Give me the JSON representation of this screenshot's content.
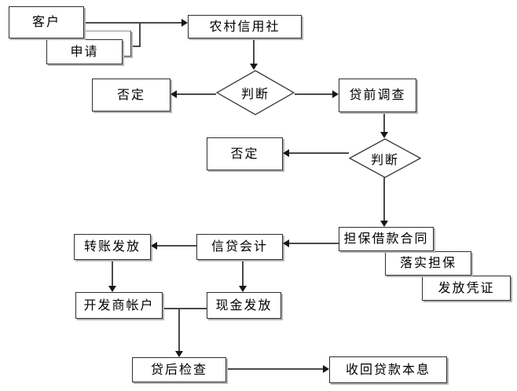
{
  "flowchart": {
    "description_domain": "loan approval flowchart",
    "colors": {
      "background": "#ffffff",
      "box_fill": "#ffffff",
      "box_border": "#2e2e2e",
      "box_shadow": "#b4b4b4",
      "line": "#4a4a4a",
      "arrowhead": "#161616",
      "text": "#000000"
    },
    "nodes": {
      "customer": {
        "label": "客户",
        "shape": "rect"
      },
      "application": {
        "label": "申请",
        "shape": "rect"
      },
      "application_stack_blank": {
        "label": "",
        "shape": "rect"
      },
      "credit_union": {
        "label": "农村信用社",
        "shape": "rect"
      },
      "decision1": {
        "label": "判断",
        "shape": "diamond"
      },
      "reject1": {
        "label": "否定",
        "shape": "rect"
      },
      "preloan_investigation": {
        "label": "贷前调查",
        "shape": "rect"
      },
      "decision2": {
        "label": "判断",
        "shape": "diamond"
      },
      "reject2": {
        "label": "否定",
        "shape": "rect"
      },
      "guaranteed_loan_contract": {
        "label": "担保借款合同",
        "shape": "rect"
      },
      "implement_guarantee": {
        "label": "落实担保",
        "shape": "rect"
      },
      "issue_voucher": {
        "label": "发放凭证",
        "shape": "rect"
      },
      "credit_accounting": {
        "label": "信贷会计",
        "shape": "rect"
      },
      "transfer_disbursement": {
        "label": "转账发放",
        "shape": "rect"
      },
      "developer_account": {
        "label": "开发商帐户",
        "shape": "rect"
      },
      "cash_disbursement": {
        "label": "现金发放",
        "shape": "rect"
      },
      "postloan_inspection": {
        "label": "贷后检查",
        "shape": "rect"
      },
      "recover_principal_interest": {
        "label": "收回贷款本息",
        "shape": "rect"
      }
    },
    "edges": [
      {
        "from": "customer",
        "to": "credit_union"
      },
      {
        "from": "application_stack_blank",
        "to": "credit_union"
      },
      {
        "from": "credit_union",
        "to": "decision1"
      },
      {
        "from": "decision1",
        "to": "reject1"
      },
      {
        "from": "decision1",
        "to": "preloan_investigation"
      },
      {
        "from": "preloan_investigation",
        "to": "decision2"
      },
      {
        "from": "decision2",
        "to": "reject2"
      },
      {
        "from": "decision2",
        "to": "guaranteed_loan_contract"
      },
      {
        "from": "guaranteed_loan_contract",
        "to": "credit_accounting"
      },
      {
        "from": "credit_accounting",
        "to": "transfer_disbursement"
      },
      {
        "from": "transfer_disbursement",
        "to": "developer_account"
      },
      {
        "from": "credit_accounting",
        "to": "cash_disbursement"
      },
      {
        "from": "developer_account",
        "to": "postloan_inspection"
      },
      {
        "from": "cash_disbursement",
        "to": "postloan_inspection"
      },
      {
        "from": "postloan_inspection",
        "to": "recover_principal_interest"
      }
    ]
  }
}
